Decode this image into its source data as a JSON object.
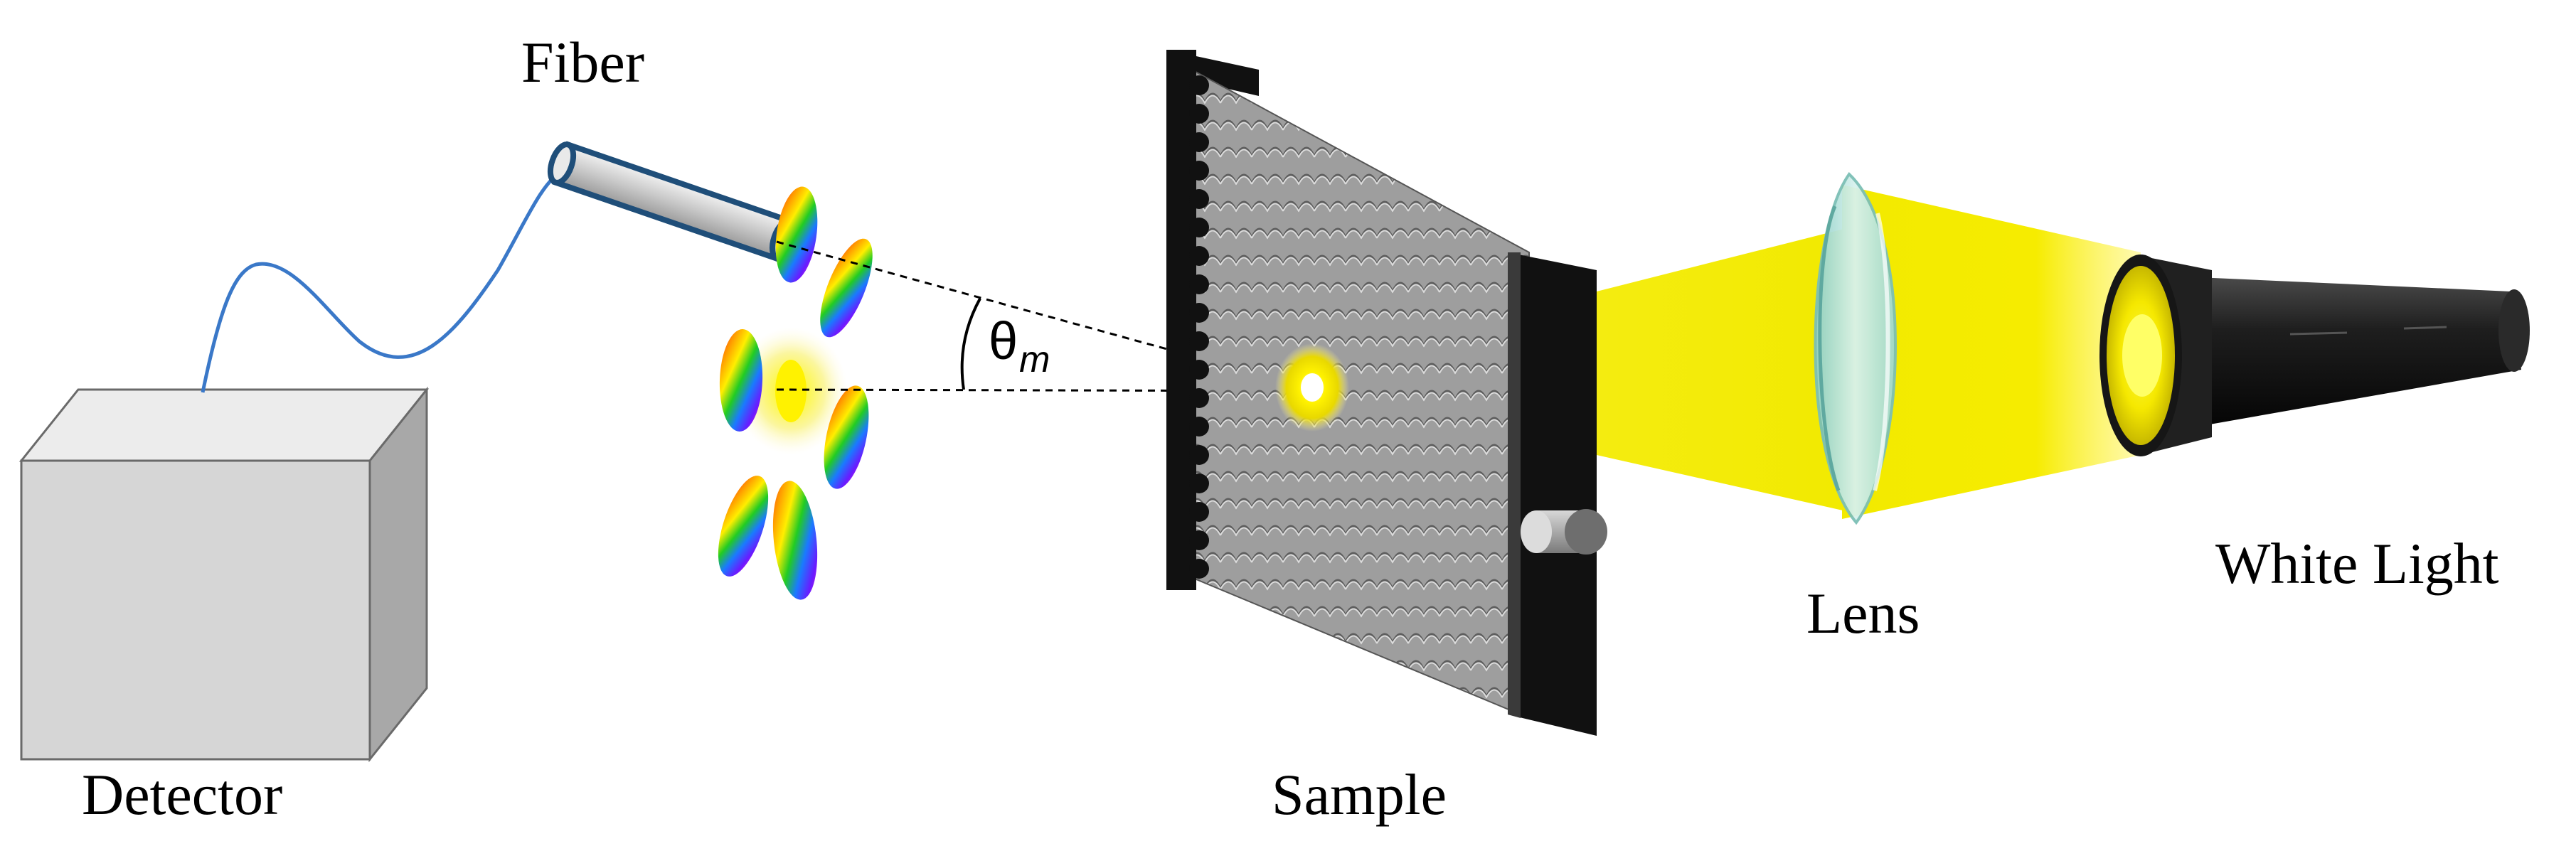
{
  "labels": {
    "fiber": "Fiber",
    "detector": "Detector",
    "sample": "Sample",
    "lens": "Lens",
    "white_light": "White Light",
    "angle_symbol": "θ",
    "angle_subscript": "m"
  },
  "colors": {
    "light_beam": "#f4f000",
    "fiber_cable": "#3a78c8",
    "fiber_tube_outline": "#1f4e79",
    "detector_box": "#d9d9d9",
    "sample_plate": "#a6a6a6",
    "sample_frame": "#111111",
    "lens_tint": "#a8dcd6",
    "flashlight_body": "#1a1a1a"
  },
  "icons": {
    "detector": "detector-box-icon",
    "fiber": "fiber-optic-icon",
    "sample": "grating-sample-icon",
    "lens": "lens-icon",
    "light_source": "flashlight-icon",
    "diffraction": "rainbow-diffraction-spots"
  }
}
